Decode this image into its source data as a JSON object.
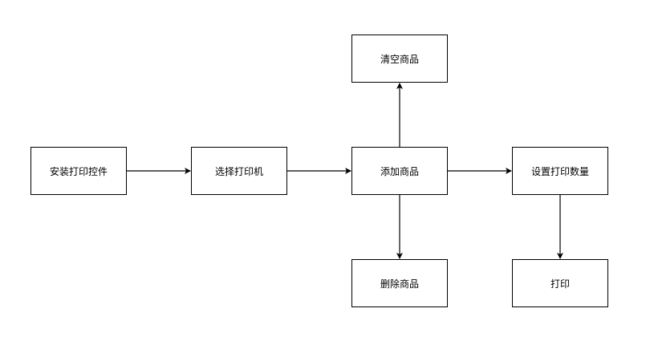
{
  "nodes": {
    "install_control": "安装打印控件",
    "select_printer": "选择打印机",
    "add_product": "添加商品",
    "clear_products": "清空商品",
    "delete_product": "删除商品",
    "set_print_quantity": "设置打印数量",
    "print": "打印"
  },
  "edges": [
    {
      "from": "install_control",
      "to": "select_printer"
    },
    {
      "from": "select_printer",
      "to": "add_product"
    },
    {
      "from": "add_product",
      "to": "set_print_quantity"
    },
    {
      "from": "add_product",
      "to": "clear_products"
    },
    {
      "from": "add_product",
      "to": "delete_product"
    },
    {
      "from": "set_print_quantity",
      "to": "print"
    }
  ],
  "colors": {
    "stroke": "#000000",
    "fill": "#ffffff",
    "text": "#000000"
  }
}
